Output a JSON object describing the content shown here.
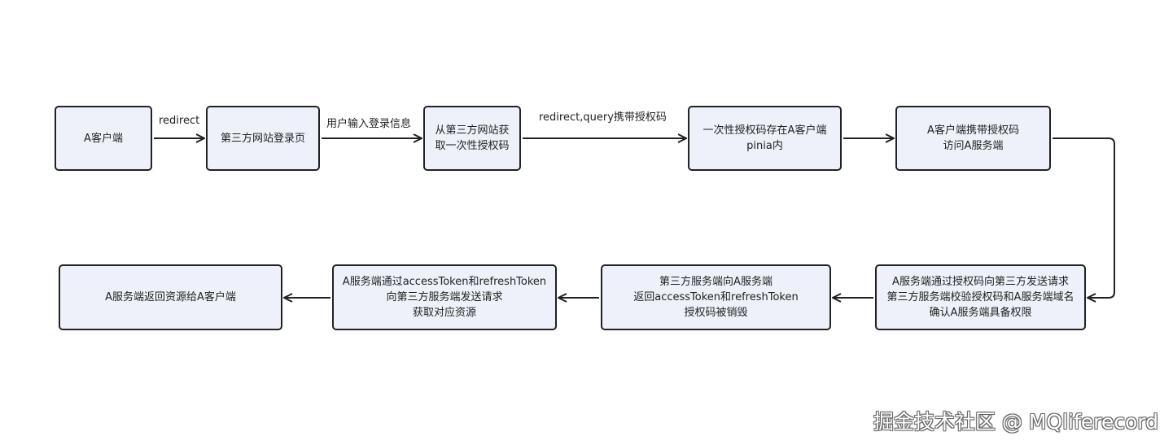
{
  "nodes": {
    "n1": [
      "A客户端"
    ],
    "n2": [
      "第三方网站登录页"
    ],
    "n3": [
      "从第三方网站获",
      "取一次性授权码"
    ],
    "n4": [
      "一次性授权码存在A客户端",
      "pinia内"
    ],
    "n5": [
      "A客户端携带授权码",
      "访问A服务端"
    ],
    "n6": [
      "A服务端通过授权码向第三方发送请求",
      "第三方服务端校验授权码和A服务端域名",
      "确认A服务端具备权限"
    ],
    "n7": [
      "第三方服务端向A服务端",
      "返回accessToken和refreshToken",
      "授权码被销毁"
    ],
    "n8": [
      "A服务端通过accessToken和refreshToken",
      "向第三方服务端发送请求",
      "获取对应资源"
    ],
    "n9": [
      "A服务端返回资源给A客户端"
    ]
  },
  "edges": {
    "e1": "redirect",
    "e2": "用户输入登录信息",
    "e3": "redirect,query携带授权码"
  },
  "watermark": "掘金技术社区 @ MQliferecord",
  "colors": {
    "node_fill": "#eef1f9",
    "stroke": "#222222"
  }
}
